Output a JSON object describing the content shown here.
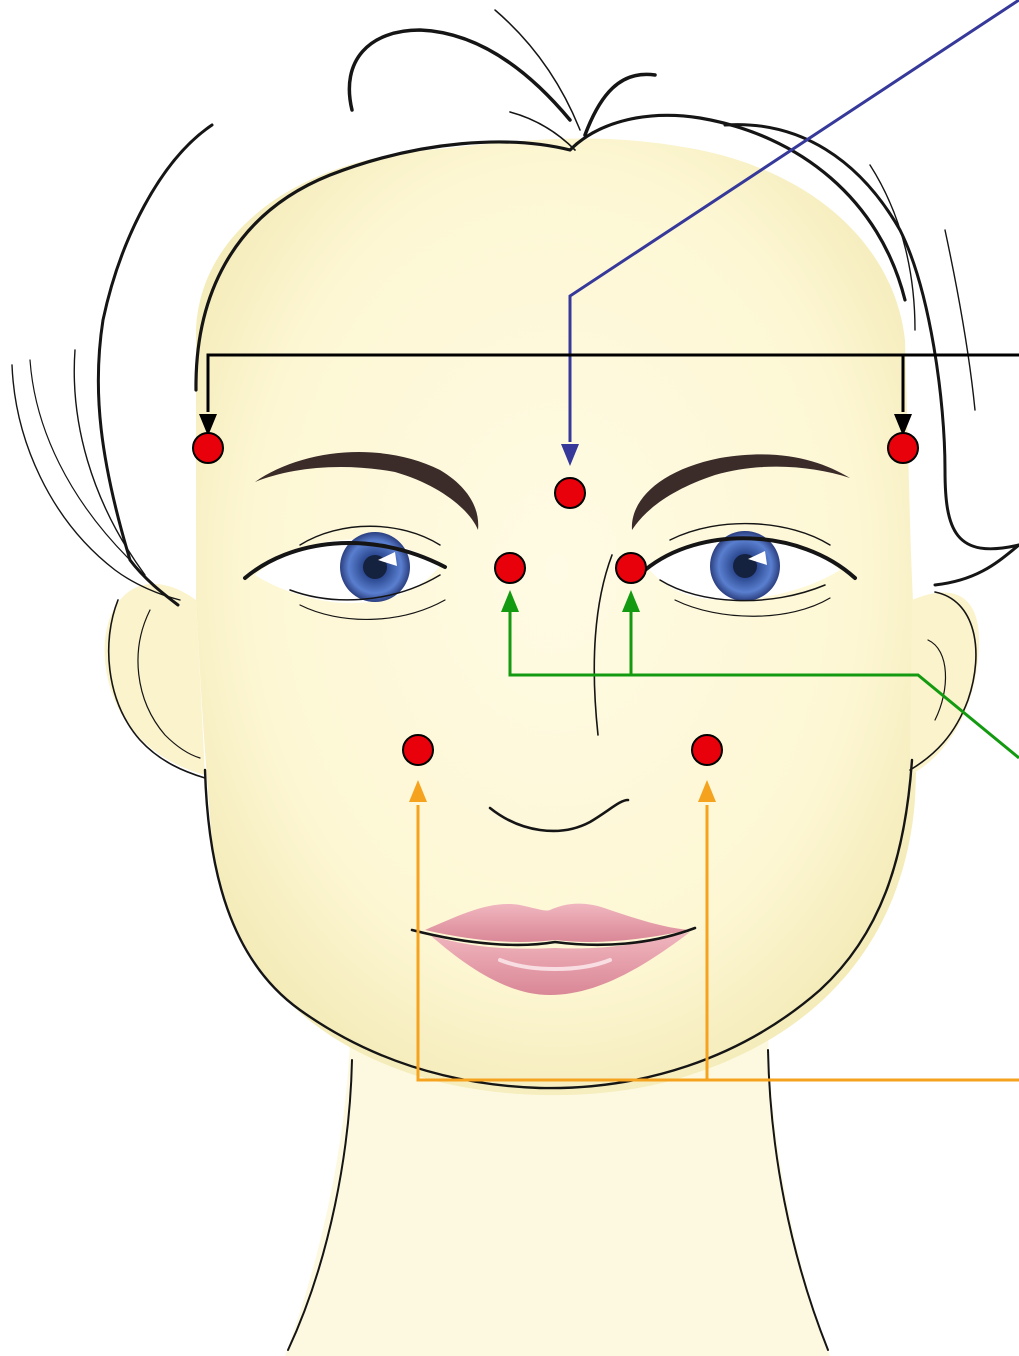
{
  "title": "",
  "colors": {
    "background": "#ffffff",
    "skin": "#fdf8d6",
    "skin_shade": "#f2e9b0",
    "outline": "#151515",
    "brow": "#3b2c2a",
    "iris": "#3f5fa8",
    "lips": "#e7a3ae",
    "point": "#e8000b",
    "leader_upper_center": "#36399a",
    "leader_temples": "#000000",
    "leader_inner_eye": "#139a10",
    "leader_cheeks": "#f5a21e"
  },
  "points": [
    {
      "id": "left-temple",
      "group": "temples"
    },
    {
      "id": "right-temple",
      "group": "temples"
    },
    {
      "id": "brow-center",
      "group": "upper-center"
    },
    {
      "id": "left-inner-eye",
      "group": "inner-eye"
    },
    {
      "id": "right-inner-eye",
      "group": "inner-eye"
    },
    {
      "id": "left-cheek",
      "group": "cheeks"
    },
    {
      "id": "right-cheek",
      "group": "cheeks"
    }
  ],
  "leaders": [
    {
      "group": "upper-center",
      "color_key": "leader_upper_center",
      "targets": 1
    },
    {
      "group": "temples",
      "color_key": "leader_temples",
      "targets": 2
    },
    {
      "group": "inner-eye",
      "color_key": "leader_inner_eye",
      "targets": 2
    },
    {
      "group": "cheeks",
      "color_key": "leader_cheeks",
      "targets": 2
    }
  ]
}
